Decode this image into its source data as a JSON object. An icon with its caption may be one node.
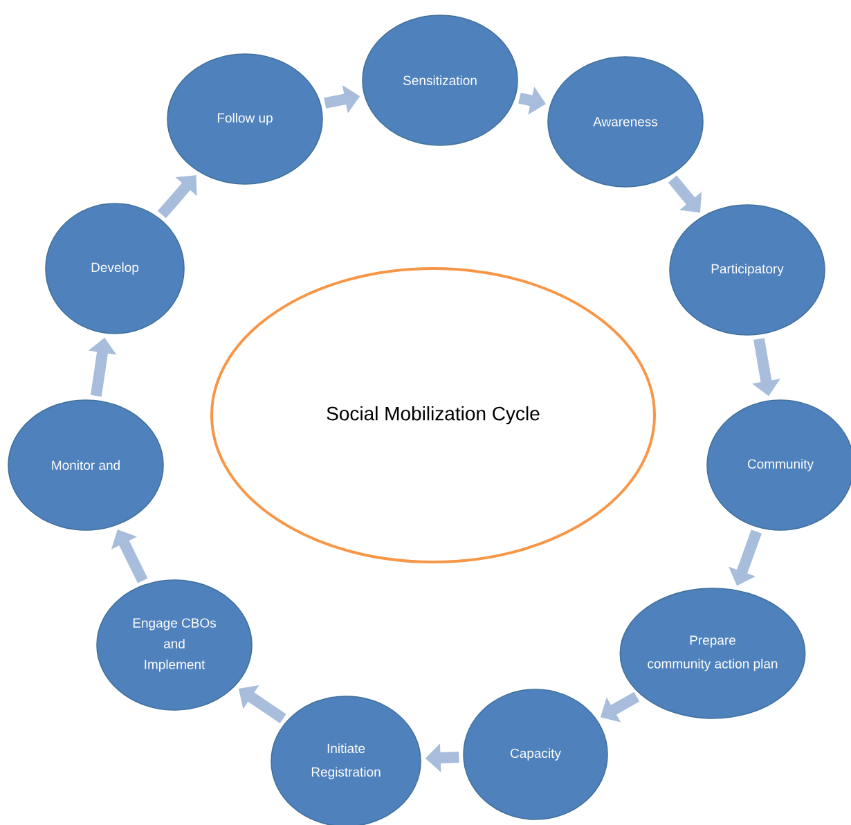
{
  "diagram": {
    "nodes": [
      {
        "text": [
          "Sensitization"
        ]
      },
      {
        "text": [
          "Awareness"
        ]
      },
      {
        "text": [
          "Participatory"
        ]
      },
      {
        "text": [
          "Community"
        ]
      },
      {
        "text": [
          "Prepare",
          "community action plan"
        ]
      },
      {
        "text": [
          "Capacity"
        ]
      },
      {
        "text": [
          "Initiate",
          "Registration"
        ]
      },
      {
        "text": [
          "Engage CBOs",
          "and",
          "Implement"
        ]
      },
      {
        "text": [
          "Monitor and"
        ]
      },
      {
        "text": [
          "Develop"
        ]
      },
      {
        "text": [
          "Follow up"
        ]
      },
      {
        "text": [
          "Social Mobilization Cycle"
        ]
      }
    ],
    "edges": [
      {
        "from": 0,
        "to": 1,
        "arrow": "to"
      },
      {
        "from": 1,
        "to": 2,
        "arrow": "to"
      },
      {
        "from": 2,
        "to": 3,
        "arrow": "to"
      },
      {
        "from": 3,
        "to": 4,
        "arrow": "to"
      },
      {
        "from": 4,
        "to": 5,
        "arrow": "to"
      },
      {
        "from": 5,
        "to": 6,
        "arrow": "to"
      },
      {
        "from": 6,
        "to": 7,
        "arrow": "to"
      },
      {
        "from": 7,
        "to": 8,
        "arrow": "to"
      },
      {
        "from": 8,
        "to": 9,
        "arrow": "to"
      },
      {
        "from": 9,
        "to": 10,
        "arrow": "to"
      },
      {
        "from": 10,
        "to": 0,
        "arrow": "to"
      }
    ]
  }
}
